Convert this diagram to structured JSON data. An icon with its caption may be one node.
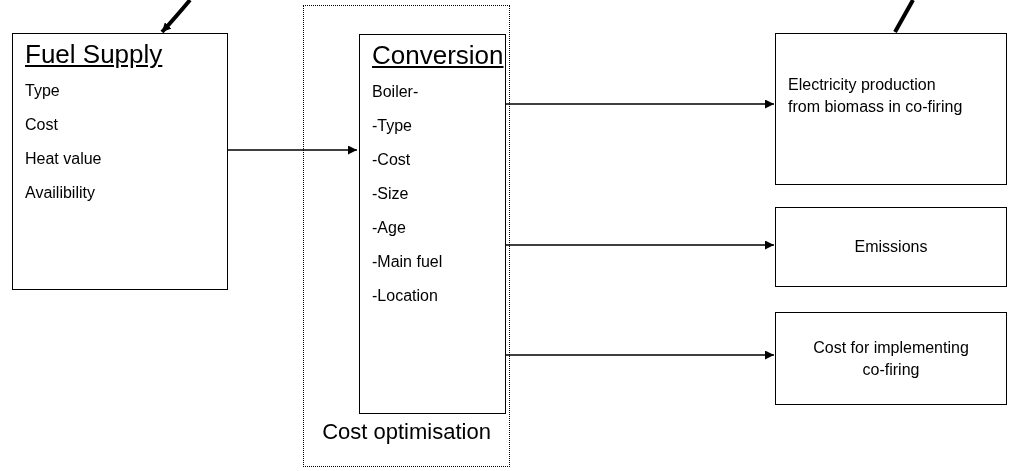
{
  "diagram": {
    "nodes": [
      {
        "text": [
          "Fuel Supply",
          "Type",
          "Cost",
          "Heat value",
          "Availibility"
        ]
      },
      {
        "text": [
          "Cost optimisation"
        ]
      },
      {
        "text": [
          "Conversion",
          "Boiler-",
          "-Type",
          "-Cost",
          "-Size",
          "-Age",
          "-Main fuel",
          "-Location"
        ],
        "in": 1
      },
      {
        "text": [
          "Electricity production from biomass in co-firing"
        ]
      },
      {
        "text": [
          "Emissions"
        ]
      },
      {
        "text": [
          "Cost for implementing co-firing"
        ]
      }
    ],
    "edges": [
      {
        "from": 0,
        "to": 2,
        "arrow": "to"
      },
      {
        "from": 2,
        "to": 3,
        "arrow": "to"
      },
      {
        "from": 2,
        "to": 4,
        "arrow": "to"
      },
      {
        "from": 2,
        "to": 5,
        "arrow": "to"
      },
      {
        "from": null,
        "to": 0,
        "arrow": "to",
        "style": "thick"
      },
      {
        "from": 3,
        "to": null,
        "arrow": "none",
        "style": "thick"
      }
    ]
  }
}
